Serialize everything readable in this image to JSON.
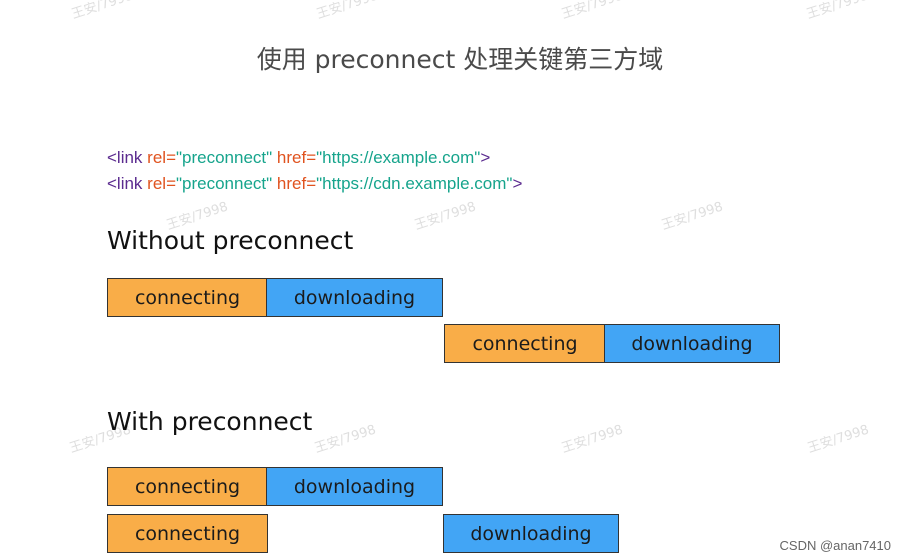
{
  "title": "使用 preconnect 处理关键第三方域",
  "code_lines": [
    {
      "tag_open": "<link ",
      "rel_attr": "rel=",
      "rel_val": "\"preconnect\"",
      "href_attr": " href=",
      "href_val": "\"https://example.com\"",
      "tag_close": ">"
    },
    {
      "tag_open": "<link ",
      "rel_attr": "rel=",
      "rel_val": "\"preconnect\"",
      "href_attr": " href=",
      "href_val": "\"https://cdn.example.com\"",
      "tag_close": ">"
    }
  ],
  "sections": {
    "without": {
      "heading": "Without preconnect",
      "rows": [
        {
          "connecting": "connecting",
          "downloading": "downloading"
        },
        {
          "connecting": "connecting",
          "downloading": "downloading"
        }
      ]
    },
    "with": {
      "heading": "With preconnect",
      "rows": [
        {
          "connecting": "connecting",
          "downloading": "downloading"
        },
        {
          "connecting": "connecting",
          "downloading": "downloading"
        }
      ]
    }
  },
  "colors": {
    "connecting": "#f9ad48",
    "downloading": "#42a5f5",
    "tag": "#5b2b8f",
    "attr": "#e0531f",
    "value": "#16a48c"
  },
  "watermark": "王安/7998",
  "footer": "CSDN @anan7410"
}
